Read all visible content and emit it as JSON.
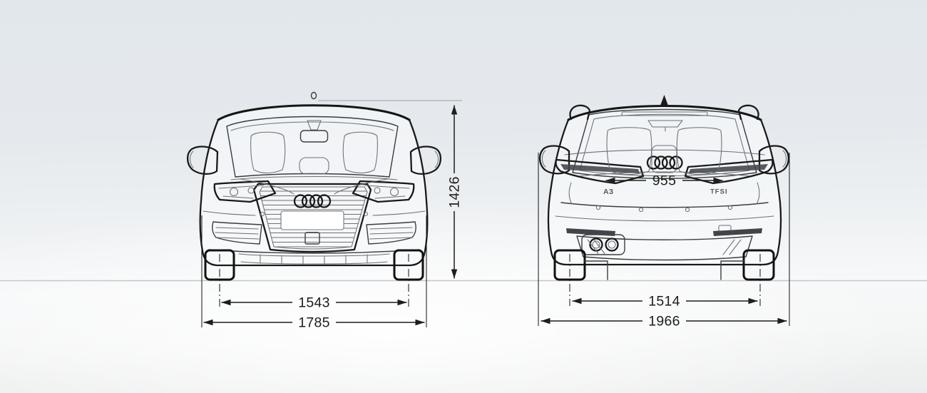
{
  "diagram": {
    "front_view": {
      "height_mm": "1426",
      "track_width_mm": "1543",
      "overall_width_mm": "1785"
    },
    "rear_view": {
      "tailgate_width_mm": "955",
      "track_width_mm": "1514",
      "width_incl_mirrors_mm": "1966",
      "badge_model": "A3",
      "badge_engine": "TFSI"
    },
    "colors": {
      "line": "#1d1d1b",
      "detail_line": "#6d7174",
      "ground_line": "#c3c7ca",
      "background_top": "#e3e8ed",
      "background_bottom": "#ebeced"
    }
  }
}
